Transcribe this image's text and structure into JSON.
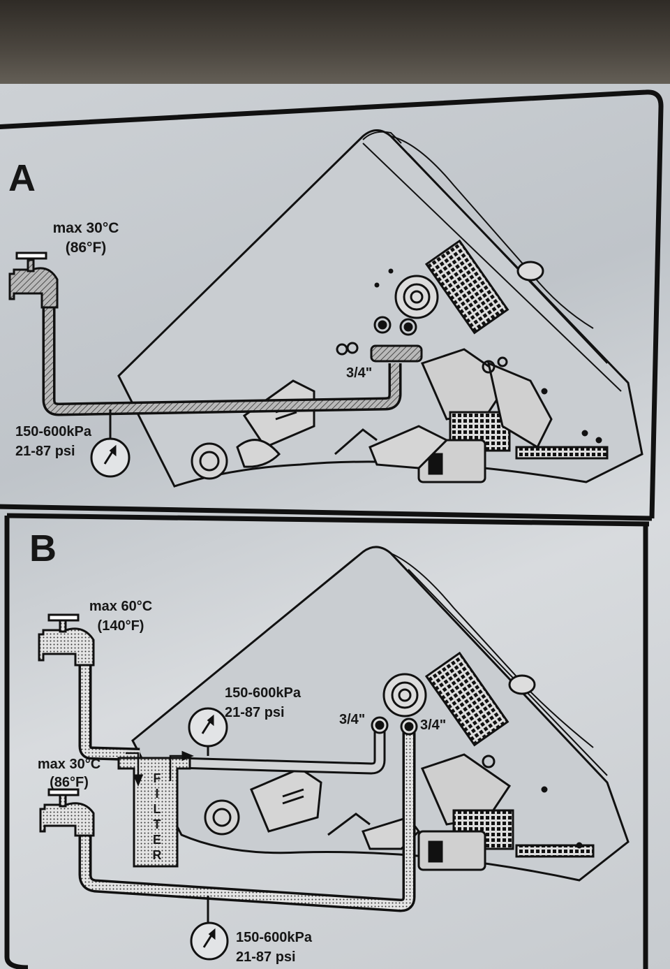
{
  "panels": {
    "a": {
      "letter": "A",
      "tap_temp_line1": "max 30°C",
      "tap_temp_line2": "(86°F)",
      "pressure_line1": "150-600kPa",
      "pressure_line2": "21-87 psi",
      "connector_size": "3/4\""
    },
    "b": {
      "letter": "B",
      "hot_tap_temp_line1": "max 60°C",
      "hot_tap_temp_line2": "(140°F)",
      "cold_tap_temp_line1": "max 30°C",
      "cold_tap_temp_line2": "(86°F)",
      "upper_pressure_line1": "150-600kPa",
      "upper_pressure_line2": "21-87 psi",
      "lower_pressure_line1": "150-600kPa",
      "lower_pressure_line2": "21-87 psi",
      "left_connector_size": "3/4\"",
      "right_connector_size": "3/4\"",
      "filter_letters": [
        "F",
        "I",
        "L",
        "T",
        "E",
        "R"
      ]
    }
  },
  "colors": {
    "plate": "#c8ccd0",
    "ink": "#141414",
    "pipe_fill": "#9b9b9b"
  }
}
